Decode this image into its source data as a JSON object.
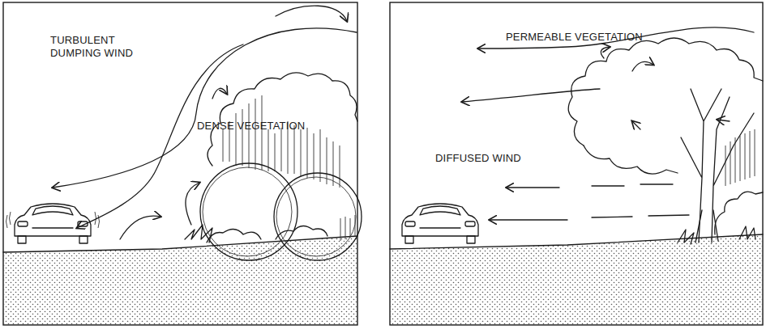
{
  "diagram": {
    "labels": [
      "TURBULENT DUMPING WIND",
      "DENSE VEGETATION",
      "PERMEABLE VEGETATION",
      "DIFFUSED WIND"
    ]
  }
}
